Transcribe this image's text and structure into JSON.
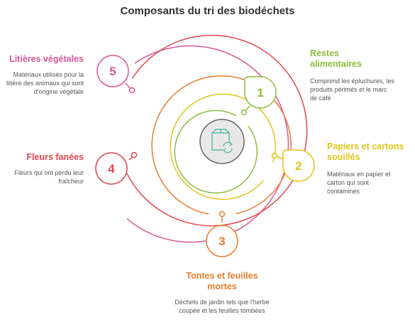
{
  "title": "Composants du tri des biodéchets",
  "colors": {
    "green": "#8DBE3C",
    "yellow": "#E0C519",
    "orange": "#EA7C2F",
    "red": "#E1464C",
    "pink": "#DA5694",
    "center_icon": "#5AB8A4"
  },
  "center": {
    "icon": "recycle-box-icon"
  },
  "components": [
    {
      "number": "1",
      "heading": "Restes alimentaires",
      "description": "Comprend les épluchures, les produits périmés et le marc de café"
    },
    {
      "number": "2",
      "heading": "Papiers et cartons souillés",
      "description": "Matériaux en papier et carton qui sont contaminés"
    },
    {
      "number": "3",
      "heading": "Tontes et feuilles mortes",
      "description": "Déchets de jardin tels que l'herbe coupée et les feuilles tombées"
    },
    {
      "number": "4",
      "heading": "Fleurs fanées",
      "description": "Fleurs qui ont perdu leur fraîcheur"
    },
    {
      "number": "5",
      "heading": "Litières végétales",
      "description": "Matériaux utilisés pour la litière des animaux qui sont d'origine végétale"
    }
  ]
}
